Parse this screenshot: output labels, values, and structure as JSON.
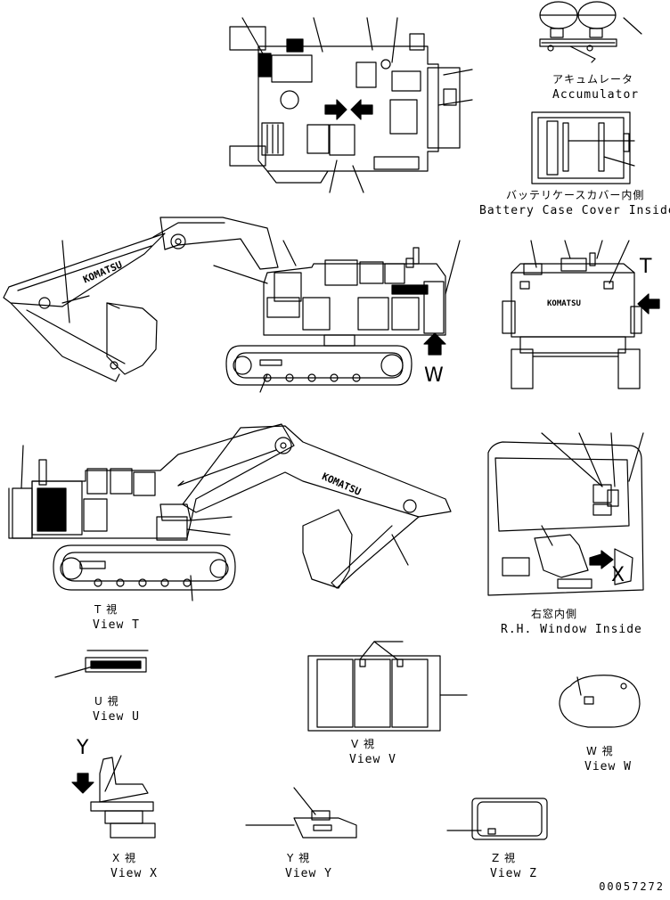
{
  "labels": {
    "accumulator_jp": "アキュムレータ",
    "accumulator_en": "Accumulator",
    "battery_jp": "バッテリケースカバー内側",
    "battery_en": "Battery Case Cover Inside",
    "view_t_jp": "T 視",
    "view_t_en": "View T",
    "window_jp": "右窓内側",
    "window_en": "R.H. Window Inside",
    "view_u_jp": "U 視",
    "view_u_en": "View U",
    "view_v_jp": "V 視",
    "view_v_en": "View V",
    "view_w_jp": "W 視",
    "view_w_en": "View W",
    "view_x_jp": "X 視",
    "view_x_en": "View X",
    "view_y_jp": "Y 視",
    "view_y_en": "View Y",
    "view_z_jp": "Z 視",
    "view_z_en": "View Z"
  },
  "markers": {
    "t": "T",
    "w": "W",
    "x": "X",
    "y": "Y"
  },
  "brand": "KOMATSU",
  "drawing_number": "00057272"
}
